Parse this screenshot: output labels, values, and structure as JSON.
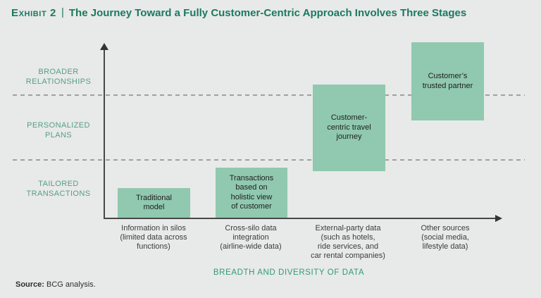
{
  "header": {
    "exhibit_label": "Exhibit 2",
    "separator": "|",
    "title": "The Journey Toward a Fully Customer-Centric Approach Involves Three Stages"
  },
  "chart_data": {
    "type": "bar",
    "title": "Exhibit 2 | The Journey Toward a Fully Customer-Centric Approach Involves Three Stages",
    "xlabel": "BREADTH AND DIVERSITY OF DATA",
    "ylabel": "",
    "y_bands": [
      "TAILORED TRANSACTIONS",
      "PERSONALIZED PLANS",
      "BROADER RELATIONSHIPS"
    ],
    "categories": [
      "Information in silos (limited data across functions)",
      "Cross-silo data integration (airline-wide data)",
      "External-party data (such as hotels, ride services, and car rental companies)",
      "Other sources (social media, lifestyle data)"
    ],
    "series": [
      {
        "name": "Traditional model",
        "category_index": 0,
        "band_extent": [
          0,
          0.5
        ]
      },
      {
        "name": "Transactions based on holistic view of customer",
        "category_index": 1,
        "band_extent": [
          0,
          0.85
        ]
      },
      {
        "name": "Customer-centric travel journey",
        "category_index": 2,
        "band_extent": [
          0.8,
          2.1
        ]
      },
      {
        "name": "Customer's trusted partner",
        "category_index": 3,
        "band_extent": [
          1.6,
          2.8
        ]
      }
    ],
    "layout_hints": {
      "grid": "two horizontal dashed separators between the three y bands",
      "legend": "none",
      "axes": "unscaled conceptual axes with arrowheads"
    }
  },
  "display": {
    "y_band_labels": [
      "BROADER\nRELATIONSHIPS",
      "PERSONALIZED\nPLANS",
      "TAILORED\nTRANSACTIONS"
    ],
    "box_labels": [
      "Traditional\nmodel",
      "Transactions\nbased on\nholistic view\nof customer",
      "Customer-\ncentric travel\njourney",
      "Customer’s\ntrusted partner"
    ],
    "x_category_labels": [
      "Information in silos\n(limited data across\nfunctions)",
      "Cross-silo data\nintegration\n(airline-wide data)",
      "External-party data\n(such as hotels,\nride services, and\ncar rental companies)",
      "Other sources\n(social media,\nlifestyle data)"
    ],
    "x_axis_title": "BREADTH AND DIVERSITY OF DATA"
  },
  "footer": {
    "source_label": "Source:",
    "source_text": " BCG analysis."
  },
  "colors": {
    "background": "#e8e9e9",
    "title_green": "#1a7a5e",
    "band_label_green": "#569f83",
    "axis_title_green": "#2f9c74",
    "box_green": "#90c9af",
    "axis_gray": "#474747",
    "dash_gray": "#9fa0a0"
  }
}
